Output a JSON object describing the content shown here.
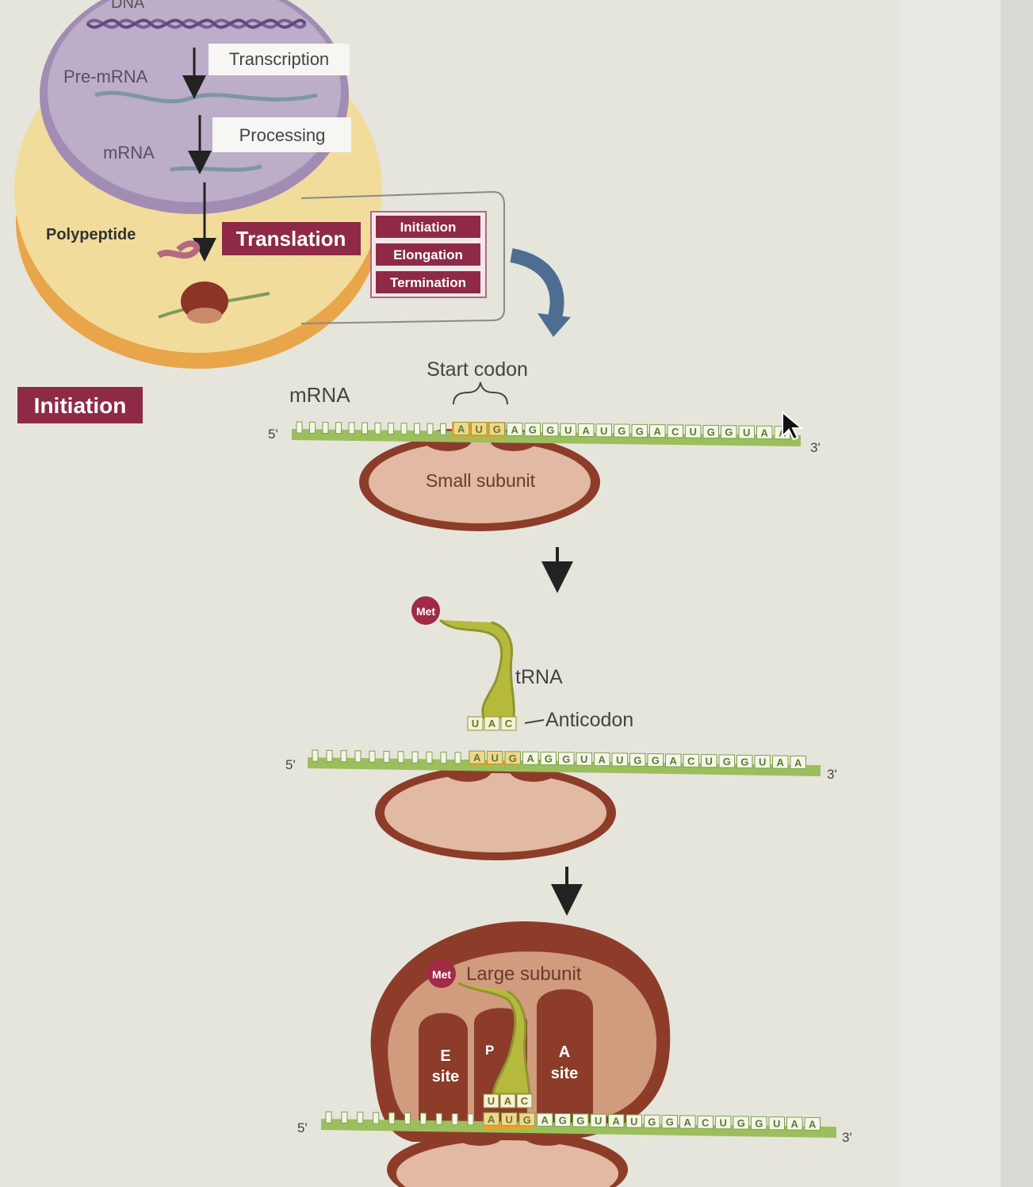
{
  "overview": {
    "dna": "DNA",
    "pre_mrna": "Pre-mRNA",
    "transcription": "Transcription",
    "processing": "Processing",
    "mrna": "mRNA",
    "polypeptide": "Polypeptide",
    "translation": "Translation",
    "stages": [
      "Initiation",
      "Elongation",
      "Termination"
    ]
  },
  "section_label": "Initiation",
  "step1": {
    "start_codon": "Start codon",
    "mrna": "mRNA",
    "five_prime": "5'",
    "three_prime": "3'",
    "small_subunit": "Small subunit",
    "codon": [
      "A",
      "U",
      "G"
    ],
    "downstream": [
      "A",
      "G",
      "G",
      "U",
      "A",
      "U",
      "G",
      "G",
      "A",
      "C",
      "U",
      "G",
      "G",
      "U",
      "A",
      "A"
    ]
  },
  "step2": {
    "met": "Met",
    "trna": "tRNA",
    "anticodon_label": "Anticodon",
    "anticodon": [
      "U",
      "A",
      "C"
    ],
    "codon": [
      "A",
      "U",
      "G"
    ],
    "five_prime": "5'",
    "three_prime": "3'",
    "downstream": [
      "A",
      "G",
      "G",
      "U",
      "A",
      "U",
      "G",
      "G",
      "A",
      "C",
      "U",
      "G",
      "G",
      "U",
      "A",
      "A"
    ]
  },
  "step3": {
    "met": "Met",
    "large_subunit": "Large subunit",
    "e_site": [
      "E",
      "site"
    ],
    "p_site": "P",
    "a_site": [
      "A",
      "site"
    ],
    "anticodon": [
      "U",
      "A",
      "C"
    ],
    "codon": [
      "A",
      "U",
      "G"
    ],
    "five_prime": "5'",
    "three_prime": "3'",
    "downstream": [
      "A",
      "G",
      "G",
      "U",
      "A",
      "U",
      "G",
      "G",
      "A",
      "C",
      "U",
      "G",
      "G",
      "U",
      "A",
      "A"
    ]
  },
  "colors": {
    "background": "#e6e5dc",
    "label_box": "#8e2a46",
    "ribosome": "#8e3a2c",
    "ribosome_light": "#e2b9a2",
    "mrna": "#9cbf5e",
    "trna": "#b5ba3d",
    "start_codon": "#e8a428",
    "nucleus": "#b8a8c4",
    "cell": "#f0dc9a"
  }
}
